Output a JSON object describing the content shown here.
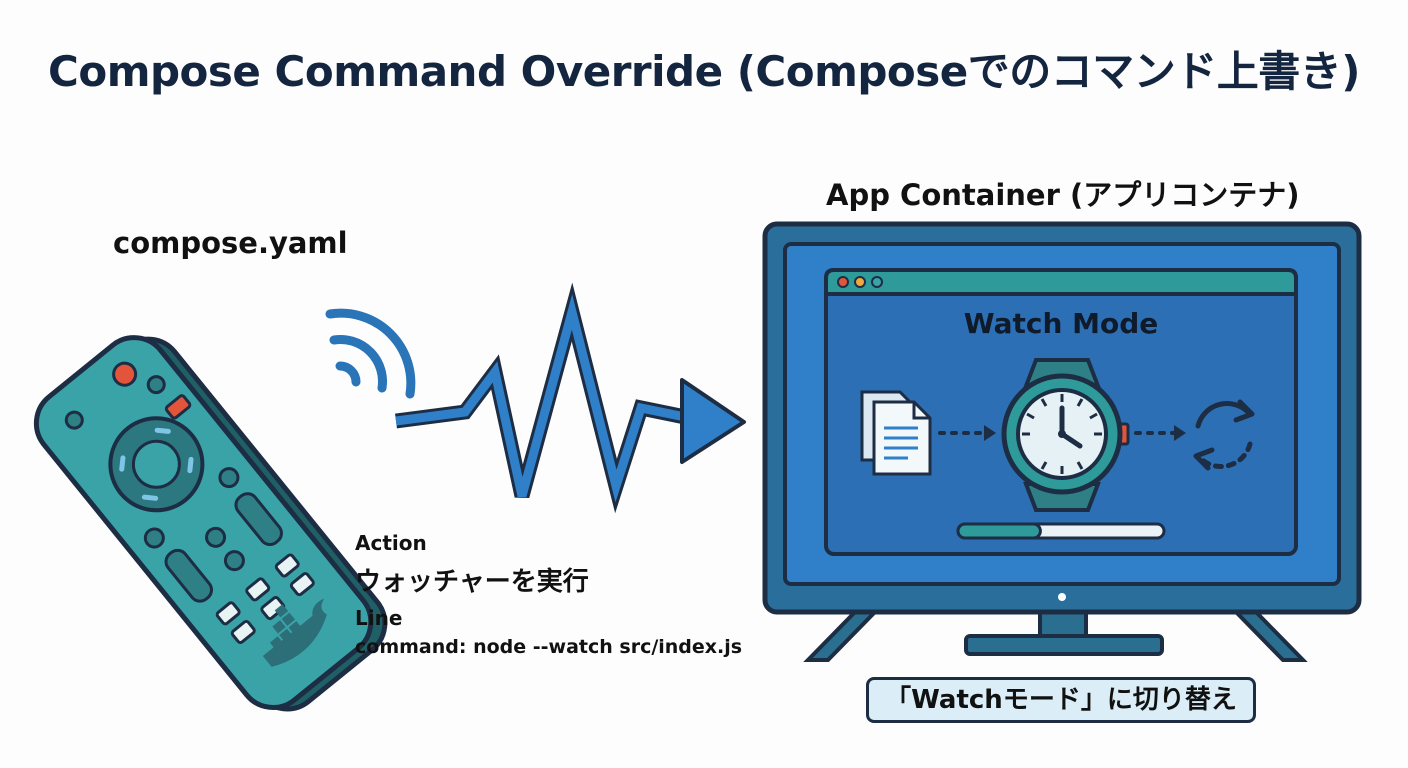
{
  "title": "Compose Command Override (Composeでのコマンド上書き)",
  "remote": {
    "label": "compose.yaml"
  },
  "action": {
    "heading": "Action",
    "text": "ウォッチャーを実行"
  },
  "line": {
    "heading": "Line",
    "text": "command: node --watch src/index.js"
  },
  "container": {
    "label": "App Container (アプリコンテナ)",
    "screen_title": "Watch Mode",
    "progress": 0.4,
    "badge": "「Watchモード」に切り替え"
  },
  "icons": [
    "remote-control-icon",
    "wifi-signal-icon",
    "zigzag-arrow-icon",
    "tv-icon",
    "document-icon",
    "watch-icon",
    "refresh-icon",
    "docker-whale-icon"
  ],
  "colors": {
    "title": "#14253f",
    "outline": "#1d2d44",
    "remote_body": "#3aa3a8",
    "tv_screen": "#2f7fc9",
    "signal_blue": "#2a74b8",
    "accent_red": "#e2553a",
    "teal": "#2f8f95"
  }
}
